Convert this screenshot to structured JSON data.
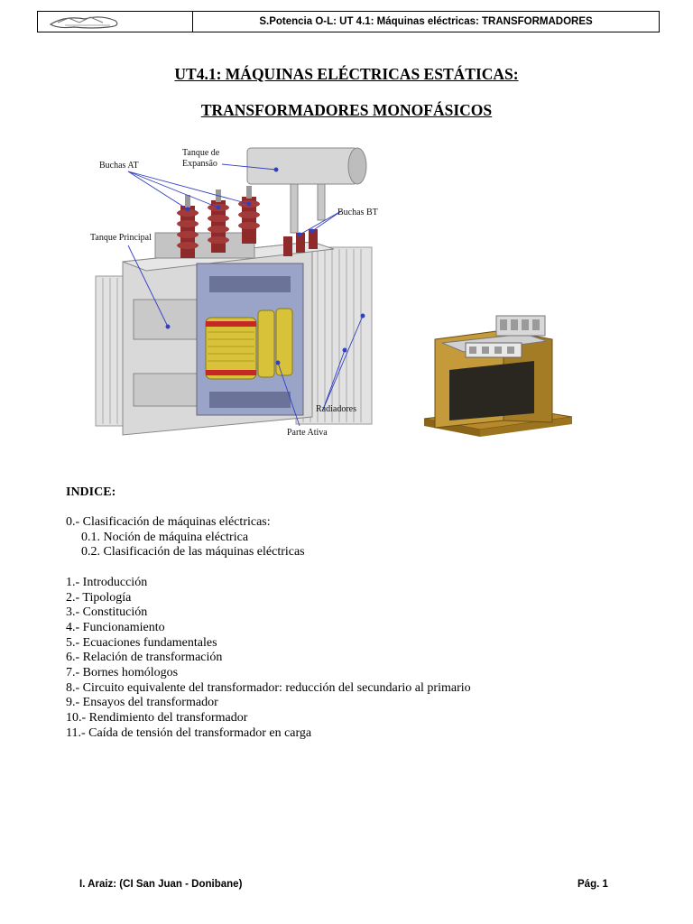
{
  "header": {
    "title": "S.Potencia O-L: UT 4.1: Máquinas eléctricas: TRANSFORMADORES"
  },
  "titles": {
    "line1": "UT4.1: MÁQUINAS ELÉCTRICAS ESTÁTICAS:",
    "line2": "TRANSFORMADORES MONOFÁSICOS"
  },
  "figure": {
    "labels": {
      "buchas_at": "Buchas AT",
      "tanque_exp_1": "Tanque de",
      "tanque_exp_2": "Expansão",
      "buchas_bt": "Buchas BT",
      "tanque_principal": "Tanque Principal",
      "radiadores": "Radiadores",
      "parte_ativa": "Parte Ativa"
    }
  },
  "index": {
    "heading": "INDICE:",
    "items": [
      "0.- Clasificación de máquinas eléctricas:",
      "0.1. Noción de máquina eléctrica",
      "0.2. Clasificación de las máquinas eléctricas",
      "1.- Introducción",
      "2.- Tipología",
      "3.- Constitución",
      "4.- Funcionamiento",
      "5.- Ecuaciones fundamentales",
      "6.- Relación  de transformación",
      "7.- Bornes homólogos",
      "8.- Circuito equivalente del transformador: reducción del secundario al primario",
      "9.- Ensayos del transformador",
      "10.- Rendimiento del transformador",
      "11.- Caída de tensión del transformador en carga"
    ]
  },
  "footer": {
    "author": "I. Araiz: (CI San Juan - Donibane)",
    "page": "Pág. 1"
  }
}
